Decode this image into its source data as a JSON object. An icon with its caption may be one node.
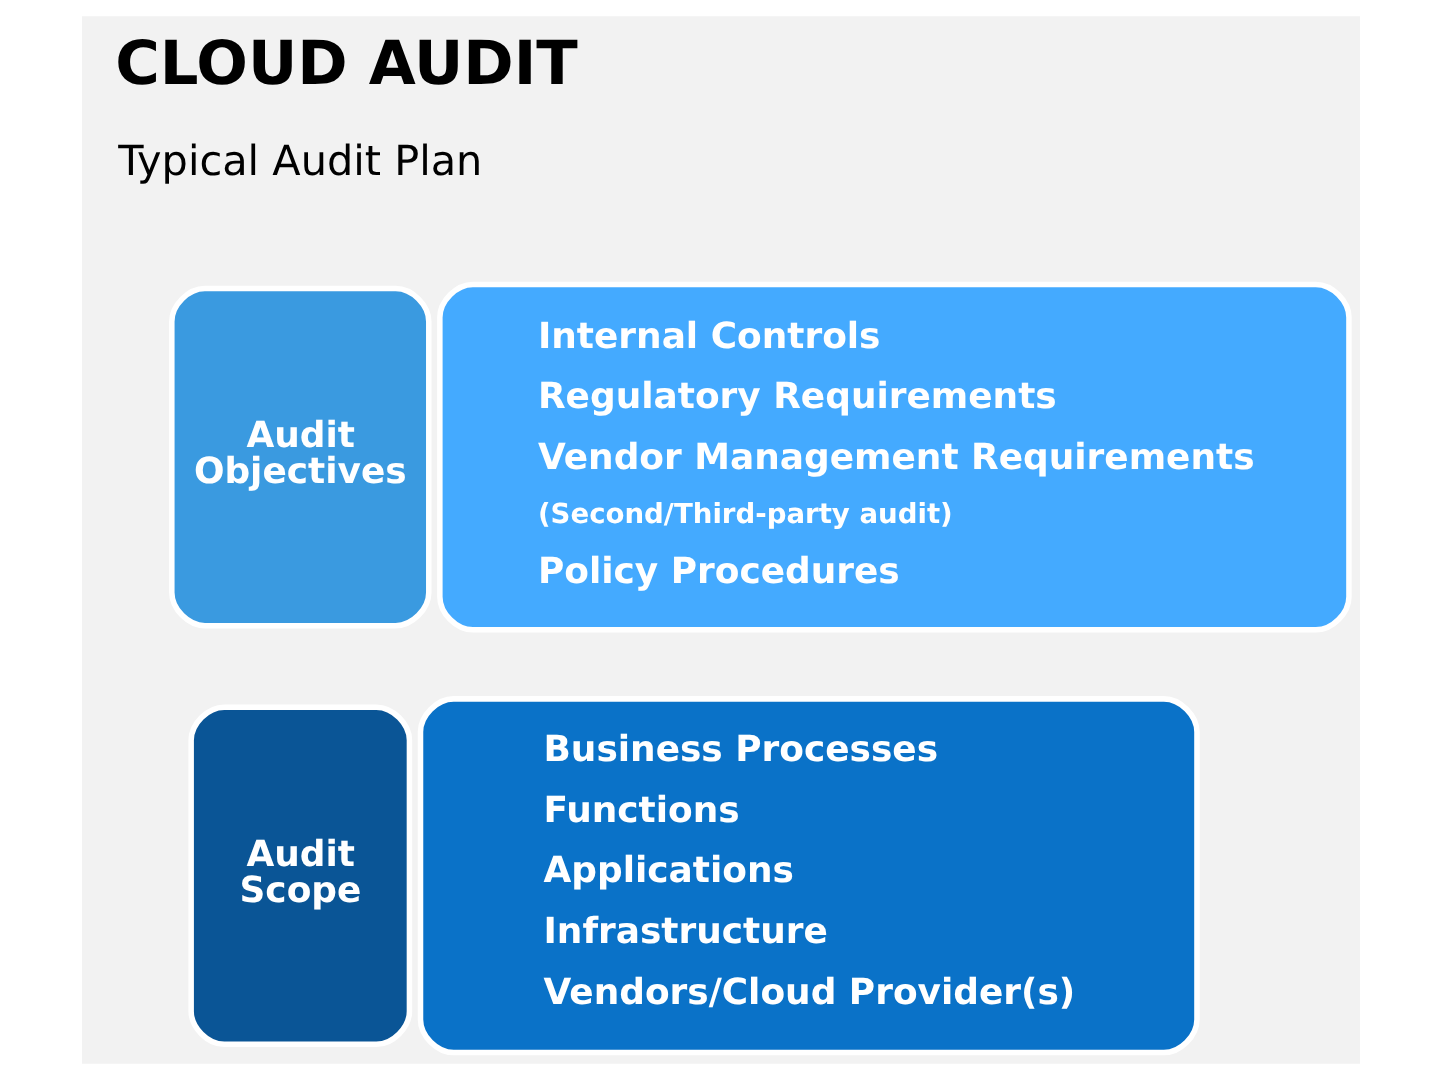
{
  "diagram": {
    "title": "CLOUD AUDIT",
    "nodes": [
      {
        "text": [
          "Audit Objectives"
        ]
      },
      {
        "text": [
          "Internal Controls",
          "Regulatory Requirements",
          "Vendor Management Requirements",
          "(Second/Third-party audit)",
          "Policy Procedures"
        ]
      },
      {
        "text": [
          "Audit Scope"
        ]
      },
      {
        "text": [
          "Business Processes",
          "Functions",
          "Applications",
          "Infrastructure",
          "Vendors/Cloud Provider(s)"
        ]
      }
    ],
    "edges": [],
    "labels": [
      "Typical Audit Plan"
    ]
  }
}
